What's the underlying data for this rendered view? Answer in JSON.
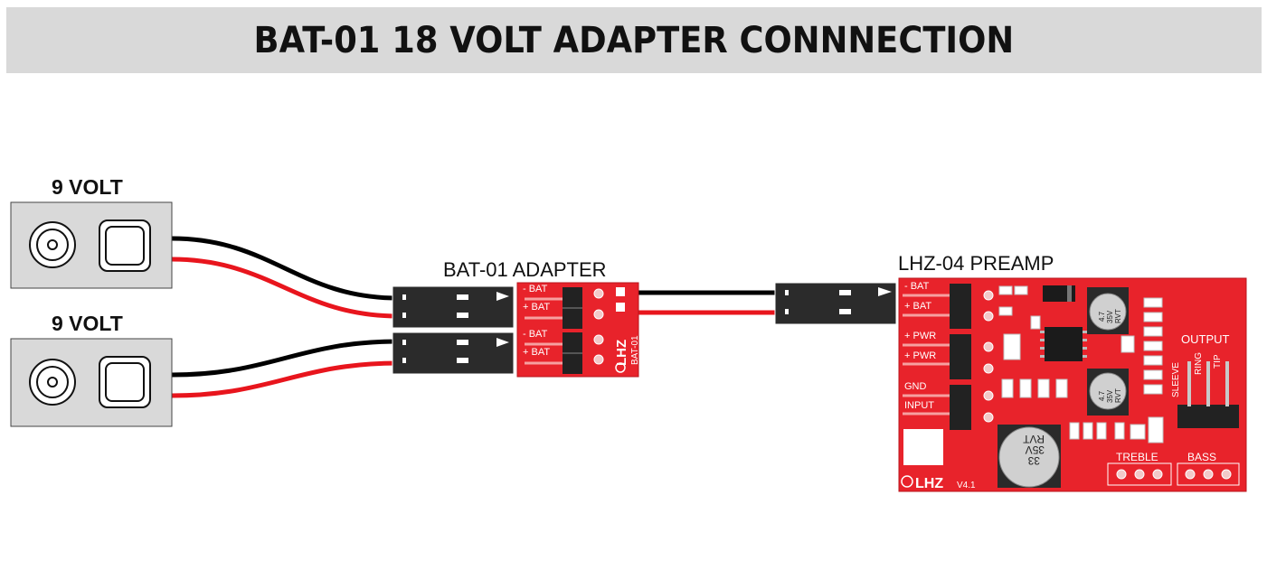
{
  "title": "BAT-01 18 VOLT ADAPTER CONNNECTION",
  "battery_top": {
    "label": "9 VOLT"
  },
  "battery_bottom": {
    "label": "9 VOLT"
  },
  "adapter": {
    "label": "BAT-01 ADAPTER",
    "pins": [
      "- BAT",
      "+ BAT",
      "- BAT",
      "+ BAT"
    ],
    "brand": "LHZ",
    "model": "BAT-01"
  },
  "preamp": {
    "label": "LHZ-04 PREAMP",
    "pins": [
      "- BAT",
      "+ BAT",
      "+ PWR",
      "+ PWR",
      "GND",
      "INPUT"
    ],
    "output_label": "OUTPUT",
    "output_pins": [
      "SLEEVE",
      "RING",
      "TIP"
    ],
    "treble_label": "TREBLE",
    "bass_label": "BASS",
    "brand": "LHZ",
    "version": "V4.1",
    "cap_large": [
      "33",
      "35V",
      "RVT"
    ],
    "cap_small_top": [
      "4.7",
      "35V",
      "RVT"
    ],
    "cap_small_mid": [
      "4.7",
      "35V",
      "RVT"
    ]
  },
  "colors": {
    "pcb_red": "#e8232b",
    "wire_black": "#000000",
    "wire_red": "#e8151d",
    "connector": "#2b2b2b",
    "battery_body": "#d9d9d9"
  }
}
